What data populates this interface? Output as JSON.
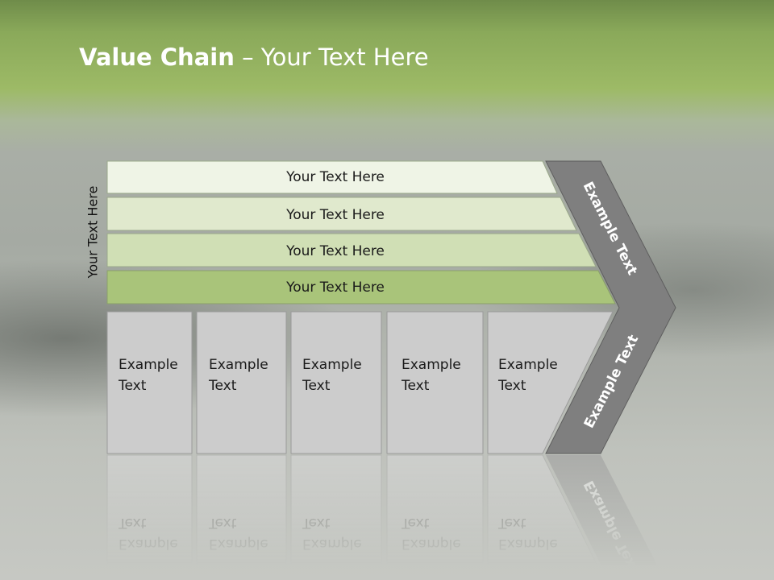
{
  "title": {
    "bold": "Value Chain",
    "rest": " – Your Text Here"
  },
  "side_label": "Your Text Here",
  "rows": [
    {
      "label": "Your Text Here",
      "fill": "#eff4e6"
    },
    {
      "label": "Your Text Here",
      "fill": "#e0e9cd"
    },
    {
      "label": "Your Text Here",
      "fill": "#d0dfb5"
    },
    {
      "label": "Your Text Here",
      "fill": "#a9c47a"
    }
  ],
  "boxes": [
    {
      "line1": "Example",
      "line2": "Text"
    },
    {
      "line1": "Example",
      "line2": "Text"
    },
    {
      "line1": "Example",
      "line2": "Text"
    },
    {
      "line1": "Example",
      "line2": "Text"
    },
    {
      "line1": "Example",
      "line2": "Text"
    }
  ],
  "arrow": {
    "top_text": "Example Text",
    "bottom_text": "Example Text",
    "fill": "#7f7f7f"
  }
}
